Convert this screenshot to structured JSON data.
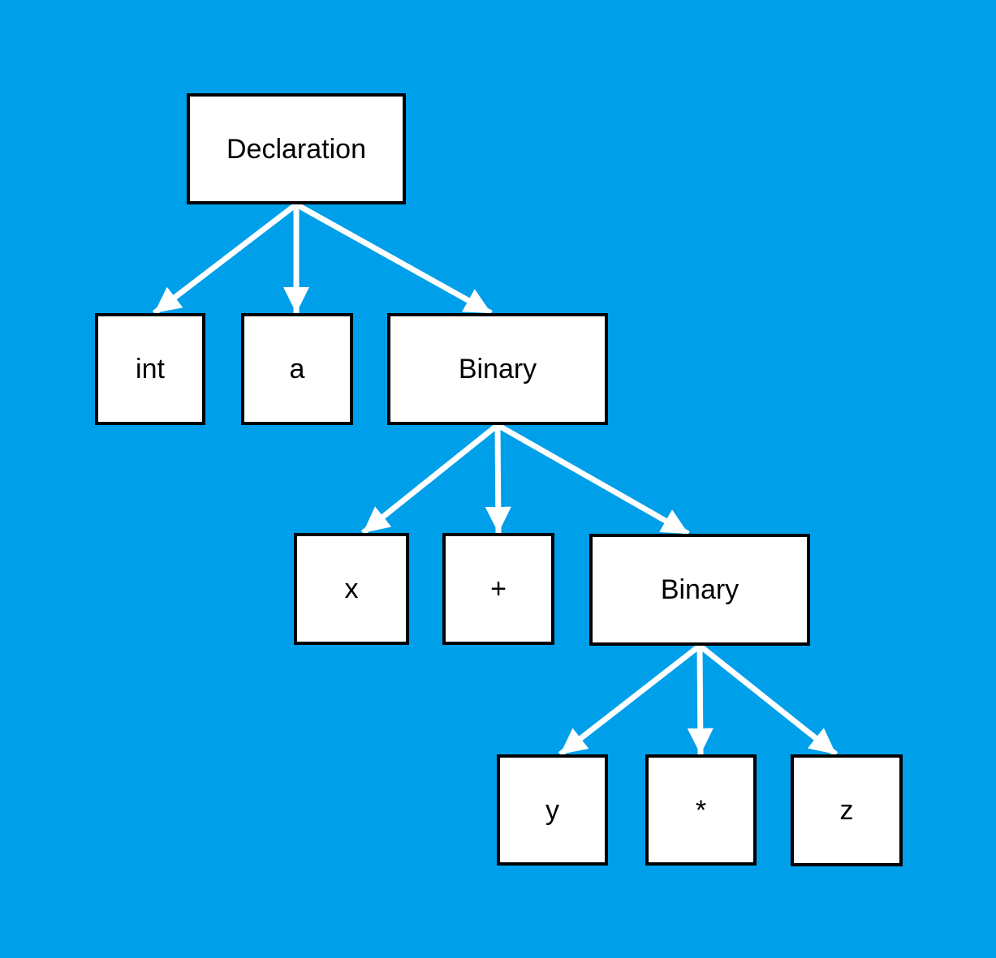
{
  "canvas": {
    "background_color": "#009FE9",
    "node_fill_color": "#FFFFFF",
    "node_border_color": "#000000",
    "arrow_color": "#FFFFFF",
    "text_color": "#000000"
  },
  "nodes": [
    {
      "id": "declaration",
      "label": "Declaration"
    },
    {
      "id": "int",
      "label": "int"
    },
    {
      "id": "a",
      "label": "a"
    },
    {
      "id": "binary1",
      "label": "Binary"
    },
    {
      "id": "x",
      "label": "x"
    },
    {
      "id": "plus",
      "label": "+"
    },
    {
      "id": "binary2",
      "label": "Binary"
    },
    {
      "id": "y",
      "label": "y"
    },
    {
      "id": "star",
      "label": "*"
    },
    {
      "id": "z",
      "label": "z"
    }
  ],
  "edges": [
    {
      "from": "declaration",
      "to": "int"
    },
    {
      "from": "declaration",
      "to": "a"
    },
    {
      "from": "declaration",
      "to": "binary1"
    },
    {
      "from": "binary1",
      "to": "x"
    },
    {
      "from": "binary1",
      "to": "plus"
    },
    {
      "from": "binary1",
      "to": "binary2"
    },
    {
      "from": "binary2",
      "to": "y"
    },
    {
      "from": "binary2",
      "to": "star"
    },
    {
      "from": "binary2",
      "to": "z"
    }
  ]
}
